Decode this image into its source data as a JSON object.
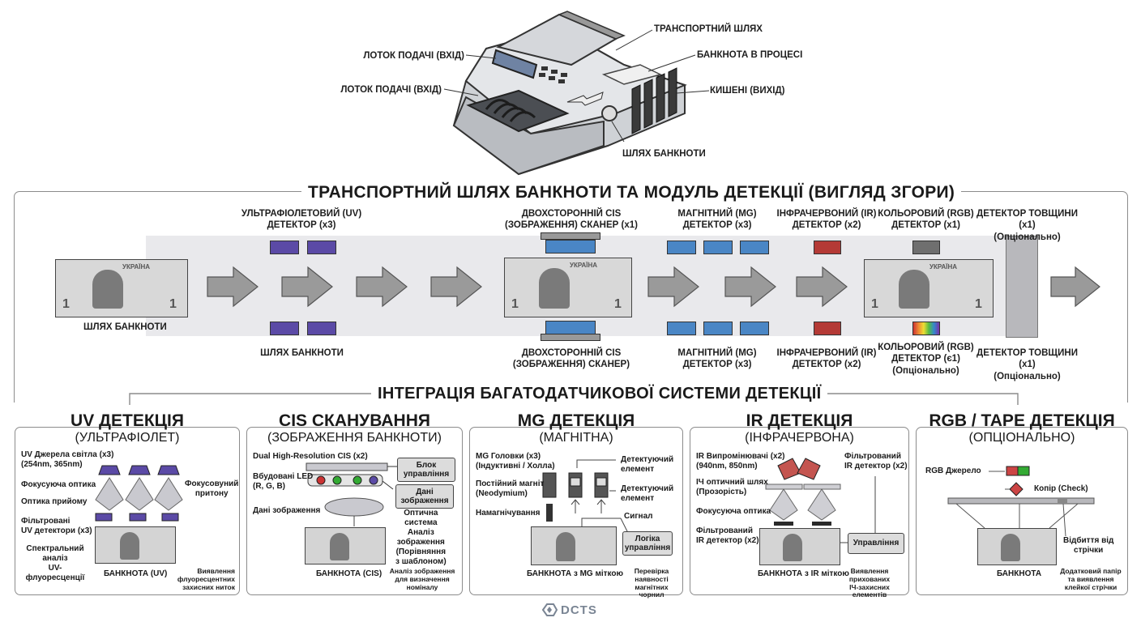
{
  "top_machine": {
    "labels": {
      "feed_tray_1": "ЛОТОК ПОДАЧІ (ВХІД)",
      "feed_tray_2": "ЛОТОК ПОДАЧІ (ВХІД)",
      "transport_path": "ТРАНСПОРТНИЙ ШЛЯХ",
      "banknote_in_process": "БАНКНОТА В ПРОЦЕСІ",
      "pockets": "КИШЕНІ (ВИХІД)",
      "banknote_path": "ШЛЯХ БАНКНОТИ"
    }
  },
  "transport_section": {
    "title": "ТРАНСПОРТНИЙ ШЛЯХ БАНКНОТИ ТА МОДУЛЬ ДЕТЕКЦІЇ (ВИГЛЯД ЗГОРИ)",
    "top_labels": {
      "uv": "УЛЬТРАФІОЛЕТОВИЙ (UV)\nДЕТЕКТОР (x3)",
      "cis": "ДВОХСТОРОННІЙ CIS\n(ЗОБРАЖЕННЯ) СКАНЕР (x1)",
      "mg": "МАГНІТНИЙ (MG)\nДЕТЕКТОР (x3)",
      "ir": "ІНФРАЧЕРВОНИЙ (IR)\nДЕТЕКТОР (x2)",
      "rgb": "КОЛЬОРОВИЙ (RGB)\nДЕТЕКТОР (x1)",
      "thickness": "ДЕТЕКТОР ТОВЩИНИ (x1)\n(Опціонально)"
    },
    "bottom_labels": {
      "path_left": "ШЛЯХ БАНКНОТИ",
      "path": "ШЛЯХ БАНКНОТИ",
      "cis": "ДВОХСТОРОННІЙ CIS\n(ЗОБРАЖЕННЯ) СКАНЕР)",
      "mg": "МАГНІТНИЙ (MG)\nДЕТЕКТОР (x3)",
      "ir": "ІНФРАЧЕРВОНИЙ (IR)\nДЕТЕКТОР (x2)",
      "rgb": "КОЛЬОРОВИЙ (RGB)\nДЕТЕКТОР (є1)\n(Опціонально)",
      "thickness": "ДЕТЕКТОР ТОВЩИНИ (x1)\n(Опціонально)"
    },
    "banknote_text": "УКРАЇНА",
    "denomination": "1"
  },
  "integration": {
    "title": "ІНТЕГРАЦІЯ БАГАТОДАТЧИКОВОЇ СИСТЕМИ ДЕТЕКЦІЇ",
    "uv": {
      "title": "UV ДЕТЕКЦІЯ",
      "subtitle": "(УЛЬТРАФІОЛЕТ)",
      "sources": "UV Джерела світла (x3)\n(254nm, 365nm)",
      "focus_optics": "Фокусуюча оптика",
      "focus_right": "Фокусовуний\nпритону",
      "receive_optics": "Оптика прийому",
      "filtered": "Фільтровані\nUV детектори (x3)",
      "spectral": "Спектральний\nаналіз\nUV-флуоресценції",
      "banknote": "БАНКНОТА (UV)",
      "note": "Виявлення\nфлуоресцентних\nзахисних ниток"
    },
    "cis": {
      "title": "CIS СКАНУВАННЯ",
      "subtitle": "(ЗОБРАЖЕННЯ БАНКНОТИ)",
      "dual": "Dual High-Resolution CIS (x2)",
      "led": "Вбудовані LED\n(R, G, B)",
      "image_data": "Дані зображення",
      "control": "Блок\nуправління",
      "data_box": "Дані\nзображення",
      "optical": "Оптична\nсистема\nАналіз\nзображення\n(Порівняння\nз шаблоном)",
      "banknote": "БАНКНОТА (CIS)",
      "note": "Аналіз зображення\nдля визначення\nноміналу"
    },
    "mg": {
      "title": "MG ДЕТЕКЦІЯ",
      "subtitle": "(МАГНІТНА)",
      "heads": "MG Головки (x3)\n(Індуктивні / Холла)",
      "magnet": "Постійний магніт\n(Neodymium)",
      "magnetization": "Намагнічування",
      "detect1": "Детектуючий\nелемент",
      "detect2": "Детектуючий\nелемент",
      "signal": "Сигнал",
      "logic": "Логіка\nуправління",
      "banknote": "БАНКНОТА з MG міткою",
      "note": "Перевірка\nнаявності\nмагнітних чорнил"
    },
    "ir": {
      "title": "IR ДЕТЕКЦІЯ",
      "subtitle": "(ІНФРАЧЕРВОНА)",
      "emitters": "IR Випромінювачі (x2)\n(940nm, 850nm)",
      "filtered_top": "Фільтрований\nIR детектор (x2)",
      "optical_path": "ІЧ оптичний шлях\n(Прозорість)",
      "focus": "Фокусуюча оптика",
      "filtered_bottom": "Фільтрований\nIR детектор (x2)",
      "control": "Управління",
      "banknote": "БАНКНОТА з IR міткою",
      "note": "Виявлення\nприхованих\nІЧ-захисних елементів"
    },
    "rgb": {
      "title": "RGB / TAPE ДЕТЕКЦІЯ",
      "subtitle": "(ОПЦІОНАЛЬНО)",
      "source": "RGB Джерело",
      "copier": "Копір (Check)",
      "reflection": "Відбиття від\nстрічки",
      "banknote": "БАНКНОТА",
      "note": "Додатковий папір\nта виявлення\nклейкої стрічки"
    }
  },
  "logo": "DCTS",
  "colors": {
    "uv": "#5b4aa6",
    "mg": "#4a86c5",
    "ir": "#b43a36",
    "rgb_gray": "#6f6f6f",
    "panel_border": "#8c8c8c",
    "strip_fill": "#e9e9ec",
    "arrow": "#9a9a9a"
  }
}
